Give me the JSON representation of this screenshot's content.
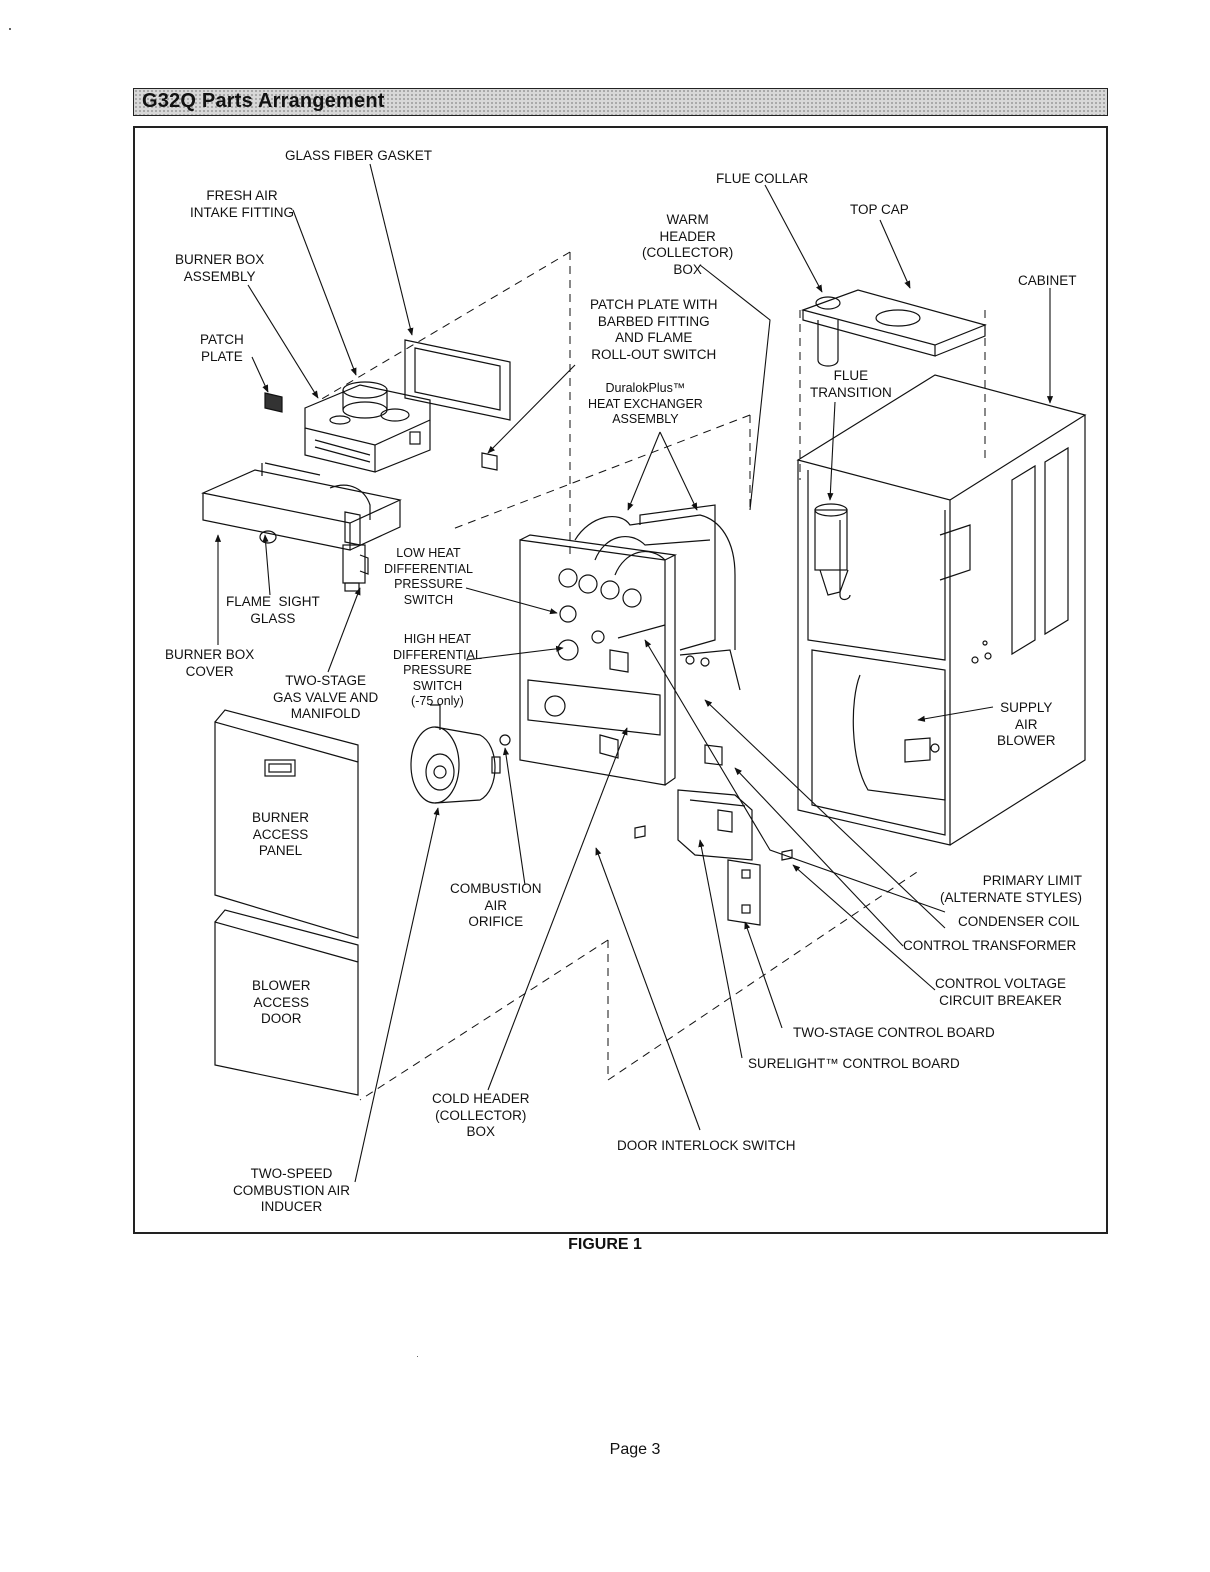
{
  "header": {
    "title": "G32Q Parts Arrangement"
  },
  "labels": {
    "glass_fiber_gasket": "GLASS FIBER GASKET",
    "fresh_air_intake": "FRESH AIR\nINTAKE FITTING",
    "burner_box_assembly": "BURNER BOX\nASSEMBLY",
    "patch_plate": "PATCH\nPLATE",
    "flame_sight_glass": "FLAME  SIGHT\nGLASS",
    "burner_box_cover": "BURNER BOX\nCOVER",
    "two_stage_gas_valve": "TWO-STAGE\nGAS VALVE AND\nMANIFOLD",
    "burner_access_panel": "BURNER\nACCESS\nPANEL",
    "blower_access_door": "BLOWER\nACCESS\nDOOR",
    "two_speed_inducer": "TWO-SPEED\nCOMBUSTION AIR\nINDUCER",
    "warm_header_box": "WARM\nHEADER\n(COLLECTOR)\nBOX",
    "patch_plate_barbed": "PATCH PLATE WITH\nBARBED FITTING\nAND FLAME\nROLL-OUT SWITCH",
    "heat_exchanger": "DuralokPlus™\nHEAT EXCHANGER\nASSEMBLY",
    "low_heat_switch": "LOW HEAT\nDIFFERENTIAL\nPRESSURE\nSWITCH",
    "high_heat_switch": "HIGH HEAT\nDIFFERENTIAL\nPRESSURE\nSWITCH\n(-75 only)",
    "combustion_air_orifice": "COMBUSTION\nAIR\nORIFICE",
    "cold_header_box": "COLD HEADER\n(COLLECTOR)\nBOX",
    "door_interlock_switch": "DOOR INTERLOCK SWITCH",
    "flue_collar": "FLUE COLLAR",
    "top_cap": "TOP CAP",
    "cabinet": "CABINET",
    "flue_transition": "FLUE\nTRANSITION",
    "supply_air_blower": "SUPPLY\nAIR\nBLOWER",
    "primary_limit": "PRIMARY LIMIT\n(ALTERNATE STYLES)",
    "condenser_coil": "CONDENSER COIL",
    "control_transformer": "CONTROL TRANSFORMER",
    "control_voltage_breaker": "CONTROL VOLTAGE\nCIRCUIT BREAKER",
    "two_stage_control_board": "TWO-STAGE CONTROL BOARD",
    "surelight_control_board": "SURELIGHT™ CONTROL BOARD"
  },
  "figure_caption": "FIGURE 1",
  "page_number": "Page 3"
}
